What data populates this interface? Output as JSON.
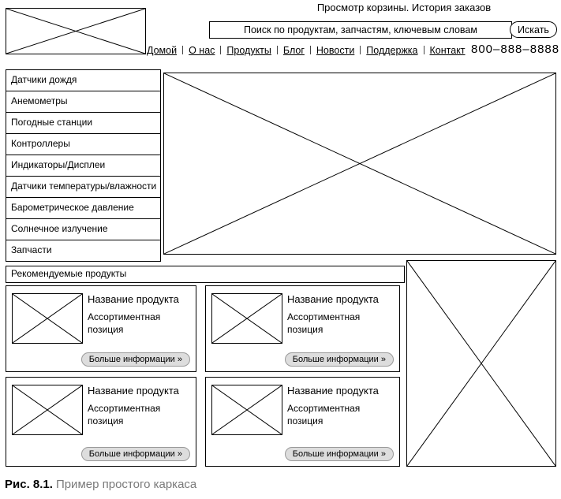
{
  "header": {
    "account_links": "Просмотр корзины. История заказов",
    "search": {
      "placeholder": "Поиск по продуктам, запчастям, ключевым словам",
      "button_label": "Искать"
    },
    "nav_items": [
      "Домой",
      "О нас",
      "Продукты",
      "Блог",
      "Новости",
      "Поддержка",
      "Контакт"
    ],
    "phone": "800–888–8888"
  },
  "sidebar": {
    "items": [
      "Датчики дождя",
      "Анемометры",
      "Погодные станции",
      "Контроллеры",
      "Индикаторы/Дисплеи",
      "Датчики температуры/влажности",
      "Барометрическое давление",
      "Солнечное излучение",
      "Запчасти"
    ]
  },
  "recommended": {
    "title": "Рекомендуемые продукты",
    "products": [
      {
        "name": "Название продукта",
        "description": "Ассортиментная позиция",
        "button_label": "Больше информации »"
      },
      {
        "name": "Название продукта",
        "description": "Ассортиментная позиция",
        "button_label": "Больше информации »"
      },
      {
        "name": "Название продукта",
        "description": "Ассортиментная позиция",
        "button_label": "Больше информации »"
      },
      {
        "name": "Название продукта",
        "description": "Ассортиментная позиция",
        "button_label": "Больше информации »"
      }
    ]
  },
  "caption": {
    "label": "Рис. 8.1.",
    "text": "Пример простого каркаса"
  },
  "colors": {
    "border": "#000000",
    "button_fill": "#dddddd",
    "caption_text": "#7a7a7a"
  }
}
